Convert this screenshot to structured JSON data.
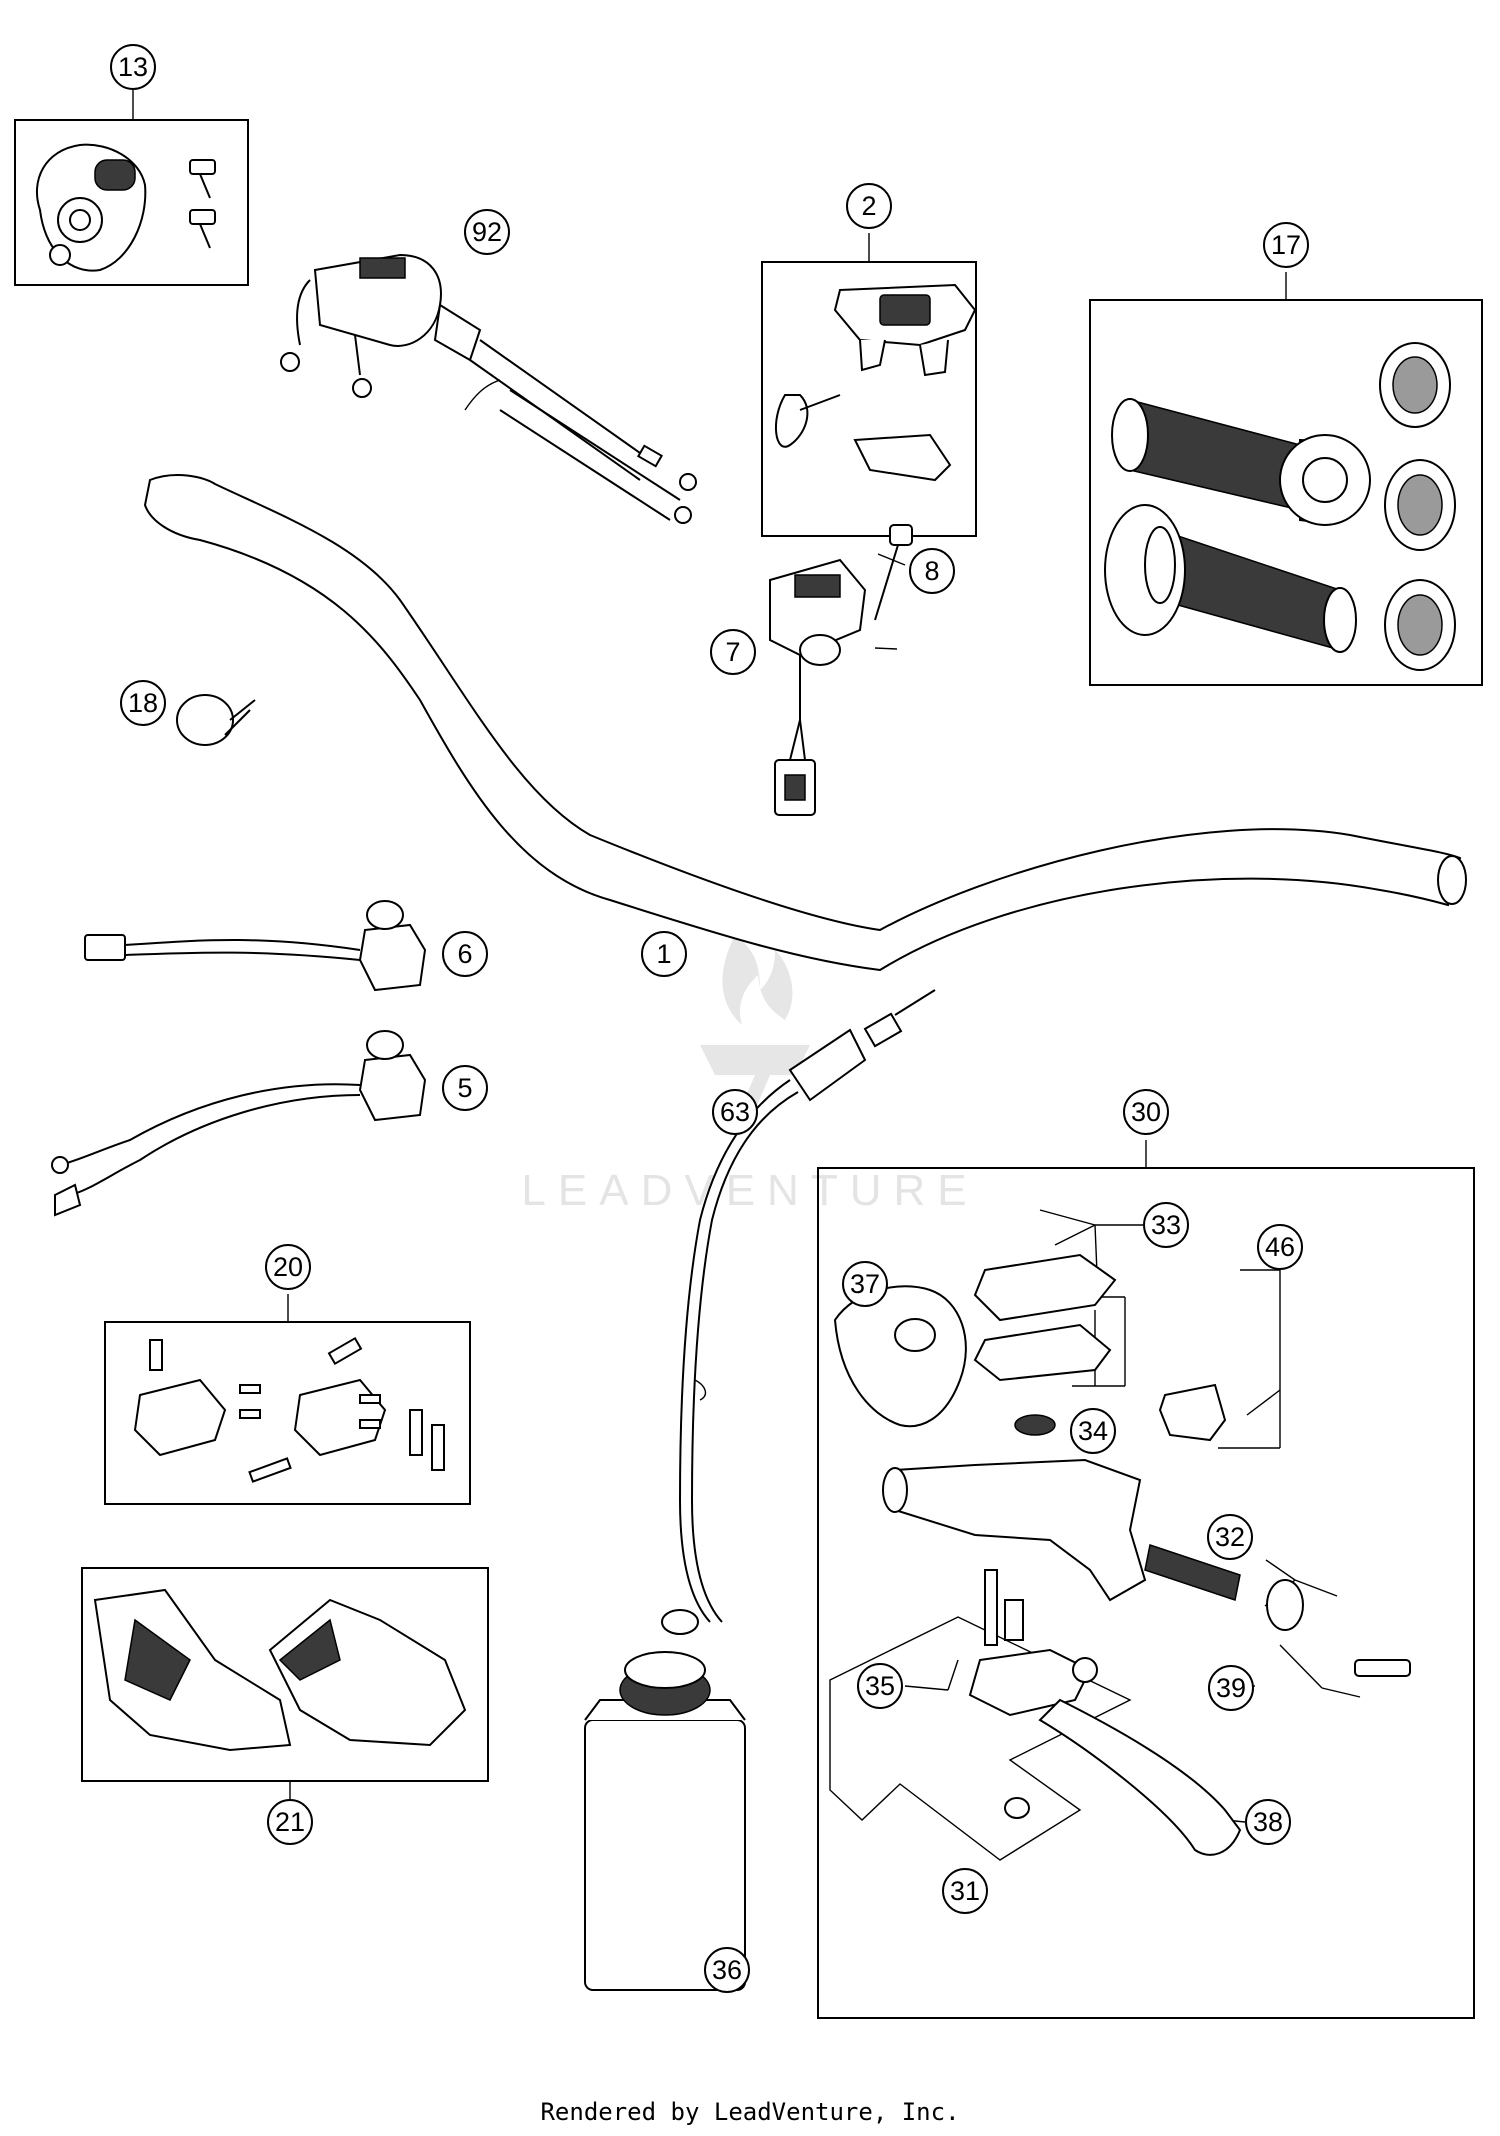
{
  "watermark": {
    "text": "LEADVENTURE"
  },
  "footer": {
    "text": "Rendered by LeadVenture, Inc."
  },
  "callouts": [
    {
      "id": "c13",
      "label": "13"
    },
    {
      "id": "c92",
      "label": "92"
    },
    {
      "id": "c2",
      "label": "2"
    },
    {
      "id": "c17",
      "label": "17"
    },
    {
      "id": "c8",
      "label": "8"
    },
    {
      "id": "c7",
      "label": "7"
    },
    {
      "id": "c18",
      "label": "18"
    },
    {
      "id": "c6",
      "label": "6"
    },
    {
      "id": "c1",
      "label": "1"
    },
    {
      "id": "c5",
      "label": "5"
    },
    {
      "id": "c63",
      "label": "63"
    },
    {
      "id": "c30",
      "label": "30"
    },
    {
      "id": "c33",
      "label": "33"
    },
    {
      "id": "c46",
      "label": "46"
    },
    {
      "id": "c37",
      "label": "37"
    },
    {
      "id": "c20",
      "label": "20"
    },
    {
      "id": "c34",
      "label": "34"
    },
    {
      "id": "c32",
      "label": "32"
    },
    {
      "id": "c39",
      "label": "39"
    },
    {
      "id": "c35",
      "label": "35"
    },
    {
      "id": "c21",
      "label": "21"
    },
    {
      "id": "c38",
      "label": "38"
    },
    {
      "id": "c31",
      "label": "31"
    },
    {
      "id": "c36",
      "label": "36"
    }
  ]
}
